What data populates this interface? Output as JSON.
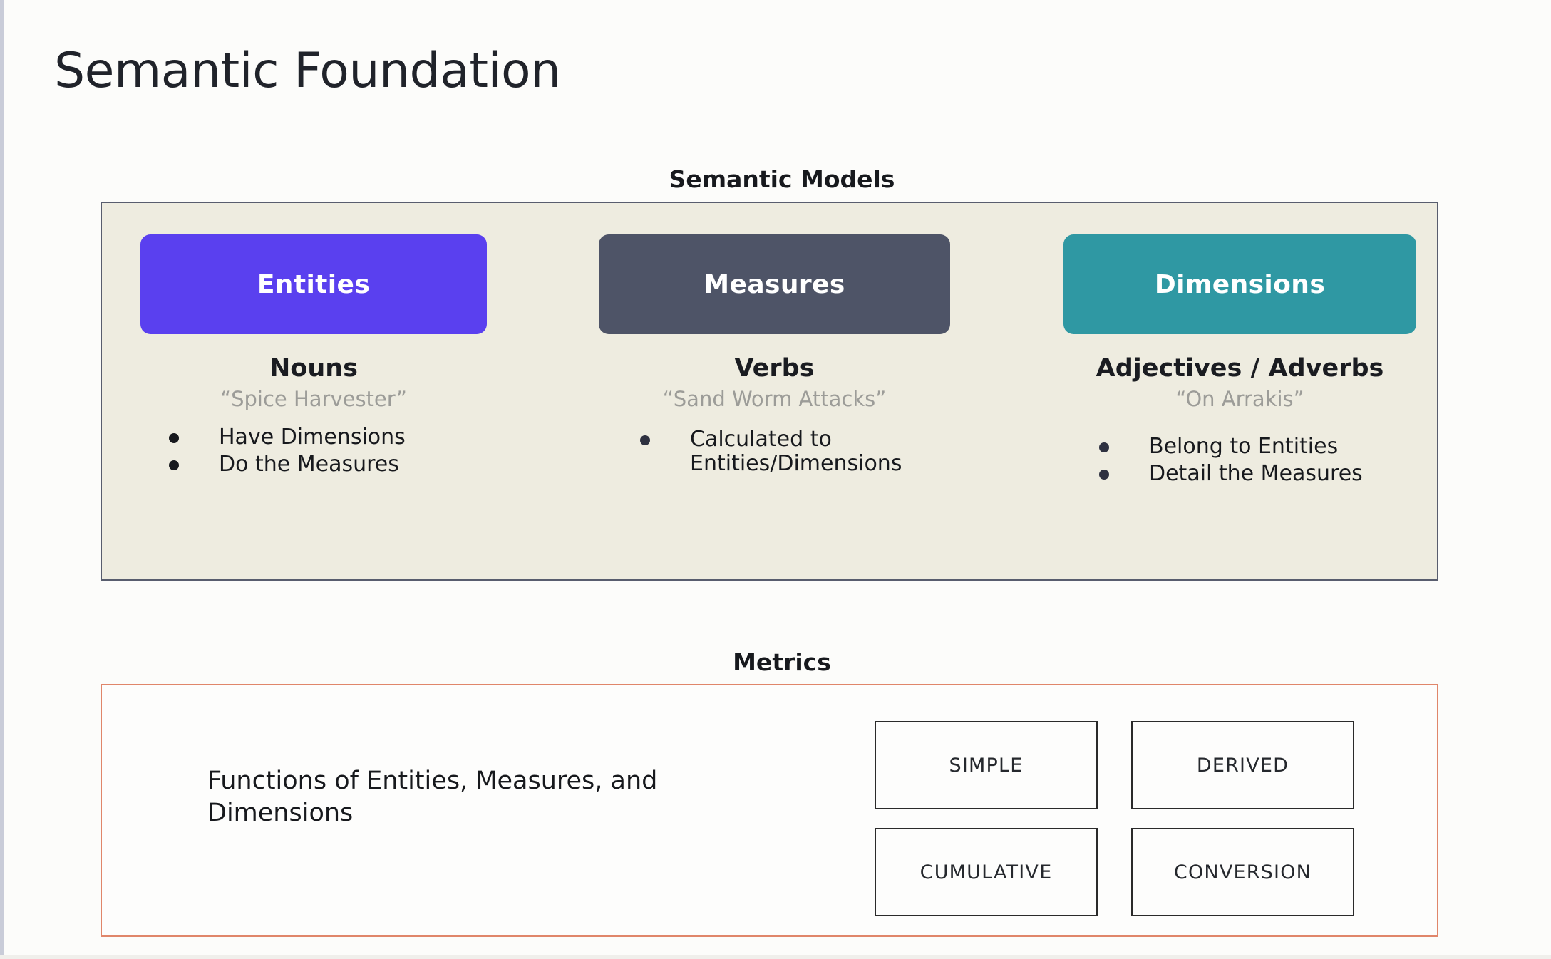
{
  "page": {
    "title": "Semantic Foundation",
    "background_color": "#fcfcfa"
  },
  "semantic_models": {
    "heading": "Semantic Models",
    "panel_fill": "#eeece0",
    "panel_border": "#585d6e",
    "columns": [
      {
        "card_label": "Entities",
        "card_color": "#5a40ef",
        "part_of_speech": "Nouns",
        "example": "“Spice Harvester”",
        "bullets": [
          "Have Dimensions",
          "Do the Measures"
        ]
      },
      {
        "card_label": "Measures",
        "card_color": "#4e5467",
        "part_of_speech": "Verbs",
        "example": "“Sand Worm Attacks”",
        "bullets": [
          "Calculated to Entities/Dimensions"
        ]
      },
      {
        "card_label": "Dimensions",
        "card_color": "#2f98a3",
        "part_of_speech": "Adjectives / Adverbs",
        "example": "“On Arrakis”",
        "bullets": [
          "Belong to Entities",
          "Detail the Measures"
        ]
      }
    ]
  },
  "metrics": {
    "heading": "Metrics",
    "panel_border": "#e0866a",
    "description": "Functions of Entities, Measures, and Dimensions",
    "types": [
      "SIMPLE",
      "DERIVED",
      "CUMULATIVE",
      "CONVERSION"
    ]
  }
}
